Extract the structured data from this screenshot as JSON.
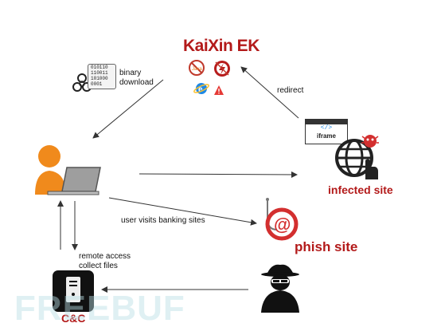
{
  "diagram": {
    "title": "KaiXin EK",
    "labels": {
      "binary_download": [
        "binary",
        "download"
      ],
      "redirect": "redirect",
      "user_visits": "user visits banking sites",
      "remote_access": [
        "remote access",
        "collect files"
      ],
      "iframe": "iframe",
      "infected_site": "infected site",
      "phish_site": "phish site",
      "cnc": "C&C",
      "watermark": "FREEBUF",
      "binary_bits": [
        "010110",
        "110011",
        "101000",
        "0001"
      ]
    },
    "colors": {
      "accent_red": "#b31a1a",
      "user_orange": "#f08a1c"
    }
  }
}
